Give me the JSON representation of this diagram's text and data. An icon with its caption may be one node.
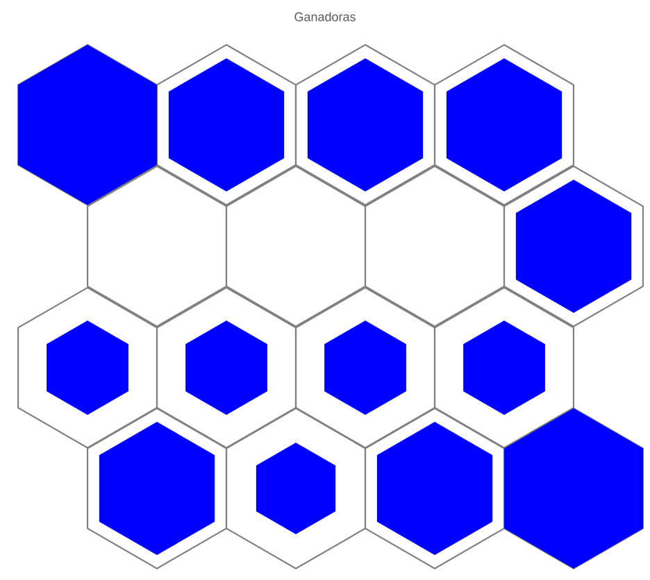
{
  "diagram": {
    "title": "Ganadoras",
    "nodes": [
      {
        "text": [],
        "shape": "hexagon"
      },
      {
        "text": [],
        "shape": "hexagon",
        "in": 0
      },
      {
        "text": [],
        "shape": "hexagon"
      },
      {
        "text": [],
        "shape": "hexagon",
        "in": 2
      },
      {
        "text": [],
        "shape": "hexagon"
      },
      {
        "text": [],
        "shape": "hexagon",
        "in": 4
      },
      {
        "text": [],
        "shape": "hexagon"
      },
      {
        "text": [],
        "shape": "hexagon",
        "in": 6
      },
      {
        "text": [],
        "shape": "hexagon"
      },
      {
        "text": [],
        "shape": "hexagon"
      },
      {
        "text": [],
        "shape": "hexagon"
      },
      {
        "text": [],
        "shape": "hexagon"
      },
      {
        "text": [],
        "shape": "hexagon",
        "in": 11
      },
      {
        "text": [],
        "shape": "hexagon"
      },
      {
        "text": [],
        "shape": "hexagon",
        "in": 13
      },
      {
        "text": [],
        "shape": "hexagon"
      },
      {
        "text": [],
        "shape": "hexagon",
        "in": 15
      },
      {
        "text": [],
        "shape": "hexagon"
      },
      {
        "text": [],
        "shape": "hexagon",
        "in": 17
      },
      {
        "text": [],
        "shape": "hexagon"
      },
      {
        "text": [],
        "shape": "hexagon",
        "in": 19
      },
      {
        "text": [],
        "shape": "hexagon"
      },
      {
        "text": [],
        "shape": "hexagon",
        "in": 21
      },
      {
        "text": [],
        "shape": "hexagon"
      },
      {
        "text": [],
        "shape": "hexagon",
        "in": 23
      },
      {
        "text": [],
        "shape": "hexagon"
      },
      {
        "text": [],
        "shape": "hexagon",
        "in": 25
      },
      {
        "text": [],
        "shape": "hexagon"
      },
      {
        "text": [],
        "shape": "hexagon",
        "in": 27
      }
    ]
  }
}
